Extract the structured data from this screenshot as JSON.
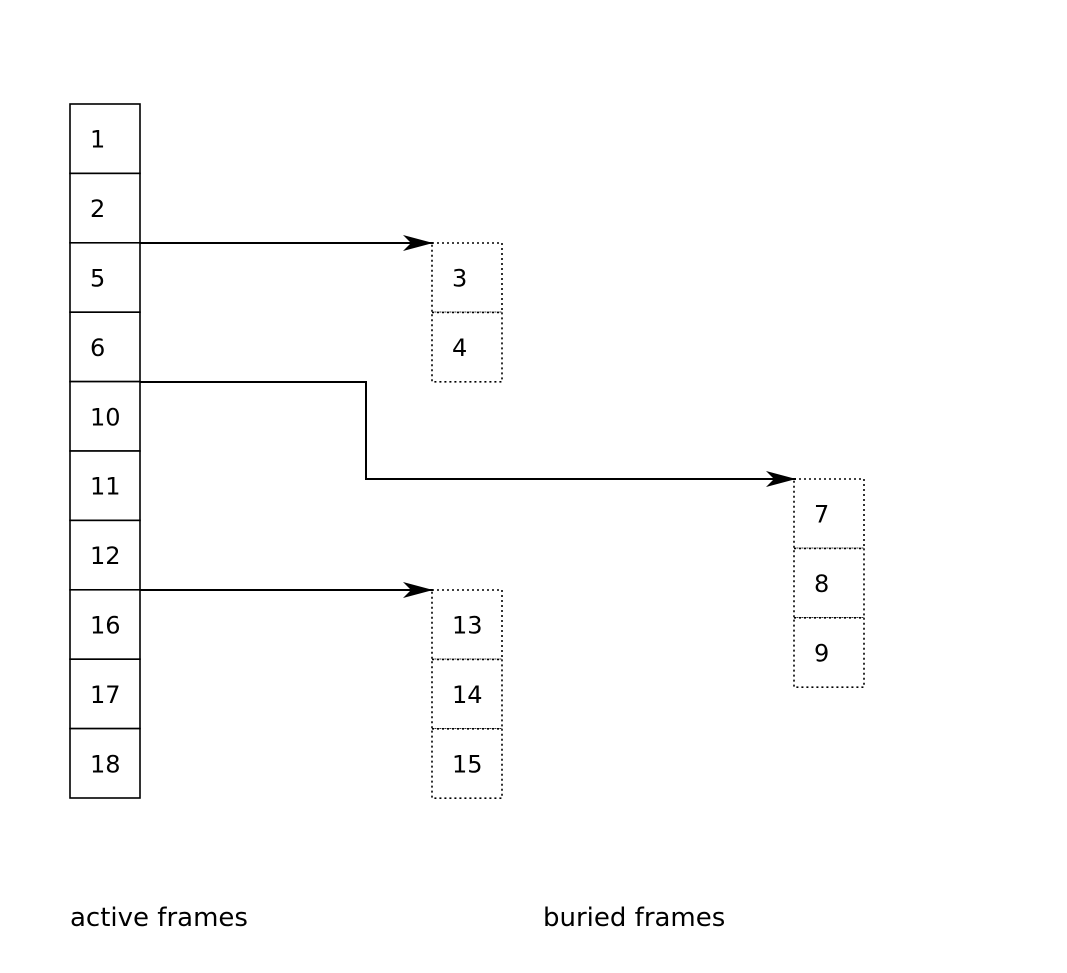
{
  "active_stack": {
    "cells": [
      "1",
      "2",
      "5",
      "6",
      "10",
      "11",
      "12",
      "16",
      "17",
      "18"
    ]
  },
  "buried_stacks": [
    {
      "cells": [
        "3",
        "4"
      ]
    },
    {
      "cells": [
        "7",
        "8",
        "9"
      ]
    },
    {
      "cells": [
        "13",
        "14",
        "15"
      ]
    }
  ],
  "captions": {
    "active": "active frames",
    "buried": "buried frames"
  },
  "colors": {
    "stroke": "#000000",
    "background": "#ffffff"
  }
}
